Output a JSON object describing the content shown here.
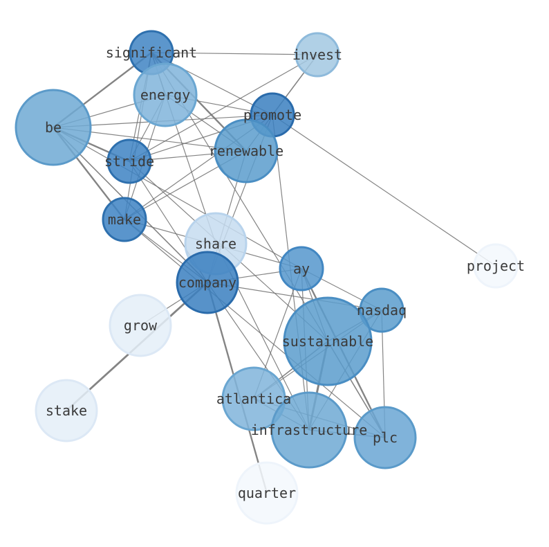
{
  "graph": {
    "nodes": [
      {
        "id": "significant",
        "label": "significant",
        "fill": "#3f84c3",
        "stroke": "#2e70ae",
        "opacity": 0.85
      },
      {
        "id": "invest",
        "label": "invest",
        "fill": "#a2c8e2",
        "stroke": "#8ebadb",
        "opacity": 0.85
      },
      {
        "id": "energy",
        "label": "energy",
        "fill": "#80b4da",
        "stroke": "#6aa6d1",
        "opacity": 0.85
      },
      {
        "id": "promote",
        "label": "promote",
        "fill": "#3a7fc0",
        "stroke": "#2a6bab",
        "opacity": 0.85
      },
      {
        "id": "be",
        "label": "be",
        "fill": "#6fa9d4",
        "stroke": "#5b9ac9",
        "opacity": 0.85
      },
      {
        "id": "renewable",
        "label": "renewable",
        "fill": "#5a9ccd",
        "stroke": "#4a8ec3",
        "opacity": 0.85
      },
      {
        "id": "stride",
        "label": "stride",
        "fill": "#3d83c3",
        "stroke": "#2e70ae",
        "opacity": 0.85
      },
      {
        "id": "make",
        "label": "make",
        "fill": "#3d83c3",
        "stroke": "#2e70ae",
        "opacity": 0.85
      },
      {
        "id": "share",
        "label": "share",
        "fill": "#c6dcf0",
        "stroke": "#b8d3ec",
        "opacity": 0.85
      },
      {
        "id": "ay",
        "label": "ay",
        "fill": "#5597cc",
        "stroke": "#4287c2",
        "opacity": 0.85
      },
      {
        "id": "project",
        "label": "project",
        "fill": "#f3f8fd",
        "stroke": "#eef4fb",
        "opacity": 0.85
      },
      {
        "id": "company",
        "label": "company",
        "fill": "#3a7fc0",
        "stroke": "#2a6bab",
        "opacity": 0.85
      },
      {
        "id": "grow",
        "label": "grow",
        "fill": "#e4eef8",
        "stroke": "#dce8f5",
        "opacity": 0.85
      },
      {
        "id": "nasdaq",
        "label": "nasdaq",
        "fill": "#5a9ccd",
        "stroke": "#4a8ec3",
        "opacity": 0.85
      },
      {
        "id": "sustainable",
        "label": "sustainable",
        "fill": "#5a9ccd",
        "stroke": "#4a8ec3",
        "opacity": 0.85
      },
      {
        "id": "stake",
        "label": "stake",
        "fill": "#e4eef8",
        "stroke": "#dce8f5",
        "opacity": 0.85
      },
      {
        "id": "atlantica",
        "label": "atlantica",
        "fill": "#80b4da",
        "stroke": "#6aa6d1",
        "opacity": 0.85
      },
      {
        "id": "infrastructure",
        "label": "infrastructure",
        "fill": "#6fa9d4",
        "stroke": "#5b9ac9",
        "opacity": 0.85
      },
      {
        "id": "plc",
        "label": "plc",
        "fill": "#6aa6d4",
        "stroke": "#5a9ac9",
        "opacity": 0.85
      },
      {
        "id": "quarter",
        "label": "quarter",
        "fill": "#f3f8fd",
        "stroke": "#eef4fb",
        "opacity": 0.85
      }
    ],
    "edges": [
      [
        "significant",
        "invest",
        1.2
      ],
      [
        "significant",
        "energy",
        1.2
      ],
      [
        "significant",
        "promote",
        1.2
      ],
      [
        "significant",
        "be",
        2.4
      ],
      [
        "significant",
        "renewable",
        2.4
      ],
      [
        "significant",
        "stride",
        1.2
      ],
      [
        "significant",
        "make",
        1.2
      ],
      [
        "significant",
        "share",
        1.2
      ],
      [
        "significant",
        "sustainable",
        1.2
      ],
      [
        "invest",
        "promote",
        1.6
      ],
      [
        "invest",
        "stride",
        1.2
      ],
      [
        "energy",
        "promote",
        1.2
      ],
      [
        "energy",
        "stride",
        1.2
      ],
      [
        "energy",
        "make",
        1.2
      ],
      [
        "energy",
        "renewable",
        1.2
      ],
      [
        "promote",
        "be",
        1.2
      ],
      [
        "promote",
        "stride",
        1.2
      ],
      [
        "promote",
        "make",
        1.2
      ],
      [
        "promote",
        "renewable",
        1.2
      ],
      [
        "promote",
        "company",
        1.2
      ],
      [
        "promote",
        "project",
        1.2
      ],
      [
        "promote",
        "infrastructure",
        1.2
      ],
      [
        "be",
        "energy",
        1.2
      ],
      [
        "be",
        "stride",
        2.4
      ],
      [
        "be",
        "make",
        2.4
      ],
      [
        "be",
        "renewable",
        1.2
      ],
      [
        "be",
        "company",
        1.6
      ],
      [
        "be",
        "ay",
        1.2
      ],
      [
        "stride",
        "renewable",
        1.2
      ],
      [
        "stride",
        "company",
        1.2
      ],
      [
        "stride",
        "sustainable",
        1.2
      ],
      [
        "make",
        "renewable",
        1.2
      ],
      [
        "make",
        "ay",
        1.2
      ],
      [
        "make",
        "company",
        1.2
      ],
      [
        "make",
        "plc",
        1.2
      ],
      [
        "share",
        "infrastructure",
        1.2
      ],
      [
        "ay",
        "company",
        1.2
      ],
      [
        "ay",
        "nasdaq",
        1.2
      ],
      [
        "ay",
        "sustainable",
        1.2
      ],
      [
        "ay",
        "plc",
        2.4
      ],
      [
        "ay",
        "atlantica",
        1.2
      ],
      [
        "ay",
        "infrastructure",
        1.2
      ],
      [
        "company",
        "nasdaq",
        1.2
      ],
      [
        "company",
        "stake",
        2.8
      ],
      [
        "company",
        "quarter",
        2.4
      ],
      [
        "company",
        "infrastructure",
        1.2
      ],
      [
        "company",
        "renewable",
        1.2
      ],
      [
        "company",
        "grow",
        1.2
      ],
      [
        "nasdaq",
        "sustainable",
        1.2
      ],
      [
        "nasdaq",
        "atlantica",
        1.2
      ],
      [
        "nasdaq",
        "plc",
        1.2
      ],
      [
        "nasdaq",
        "infrastructure",
        1.2
      ],
      [
        "sustainable",
        "atlantica",
        1.6
      ],
      [
        "sustainable",
        "infrastructure",
        3.0
      ],
      [
        "sustainable",
        "plc",
        1.6
      ],
      [
        "atlantica",
        "infrastructure",
        1.2
      ],
      [
        "atlantica",
        "plc",
        1.2
      ],
      [
        "infrastructure",
        "plc",
        1.6
      ]
    ]
  }
}
